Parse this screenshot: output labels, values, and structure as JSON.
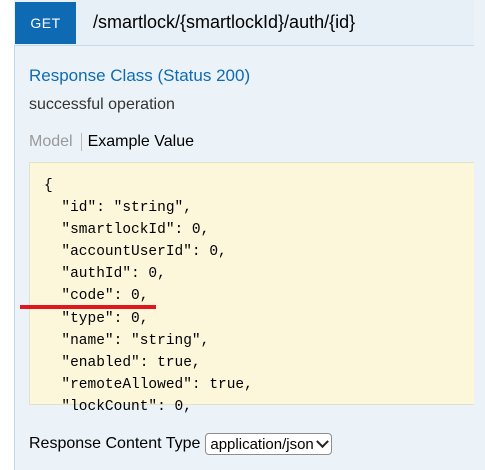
{
  "operation": {
    "method": "GET",
    "path": "/smartlock/{smartlockId}/auth/{id}"
  },
  "response": {
    "class_title": "Response Class (Status 200)",
    "description": "successful operation"
  },
  "tabs": {
    "model": "Model",
    "example": "Example Value"
  },
  "example_value": {
    "lines": [
      "{",
      "  \"id\": \"string\",",
      "  \"smartlockId\": 0,",
      "  \"accountUserId\": 0,",
      "  \"authId\": 0,",
      "  \"code\": 0,",
      "  \"type\": 0,",
      "  \"name\": \"string\",",
      "  \"enabled\": true,",
      "  \"remoteAllowed\": true,",
      "  \"lockCount\": 0,"
    ]
  },
  "content_type": {
    "label": "Response Content Type",
    "selected": "application/json"
  },
  "colors": {
    "method_badge": "#0f6ab4",
    "link_blue": "#0f6ab4",
    "code_background": "#fcf6db",
    "annotation_underline": "#e0171c"
  },
  "icons": {
    "select_caret": "chevron-down-icon"
  }
}
